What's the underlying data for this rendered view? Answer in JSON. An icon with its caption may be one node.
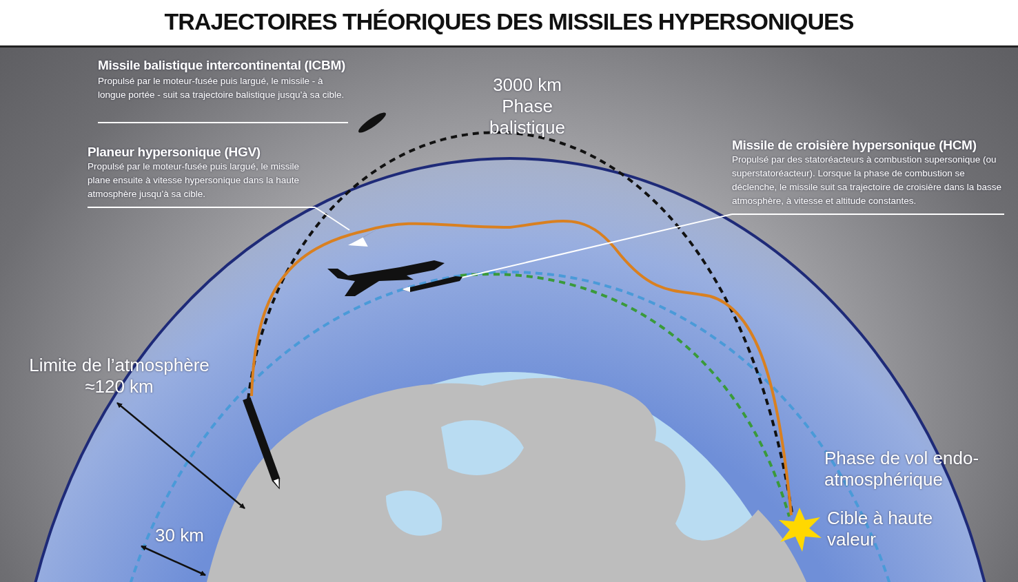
{
  "diagram": {
    "title": "TRAJECTOIRES THÉORIQUES DES MISSILES HYPERSONIQUES",
    "nodes": [
      {
        "text": [
          "Planeur hypersonique (HGV)",
          "Propulsé par le moteur-fusée puis largué, le missile plane ensuite à vitesse hypersonique dans la haute atmosphère jusqu’à sa cible."
        ]
      },
      {
        "text": [],
        "shape": "picture"
      },
      {
        "text": [
          "Missile de croisière hypersonique (HCM)",
          "Propulsé par des statoréacteurs à combustion supersonique (ou superstatoréacteur). Lorsque la phase de combustion se déclenche, le missile suit sa trajectoire de croisière dans la basse atmosphère, à vitesse et altitude constantes."
        ]
      },
      {
        "text": [],
        "shape": "picture"
      }
    ],
    "edges": [
      {
        "from": 0,
        "to": 1,
        "arrow": "none"
      },
      {
        "from": 2,
        "to": 3,
        "arrow": "none"
      }
    ],
    "labels": [
      "Missile balistique intercontinental (ICBM)",
      "Propulsé par le moteur-fusée puis largué, le missile - à longue portée - suit sa trajectoire balistique jusqu’à sa cible.",
      "3000 km Phase balistique",
      "Limite de l’atmosphère ≈120 km",
      "30 km",
      "Phase de vol endo-atmosphérique",
      "Cible à haute valeur"
    ]
  }
}
